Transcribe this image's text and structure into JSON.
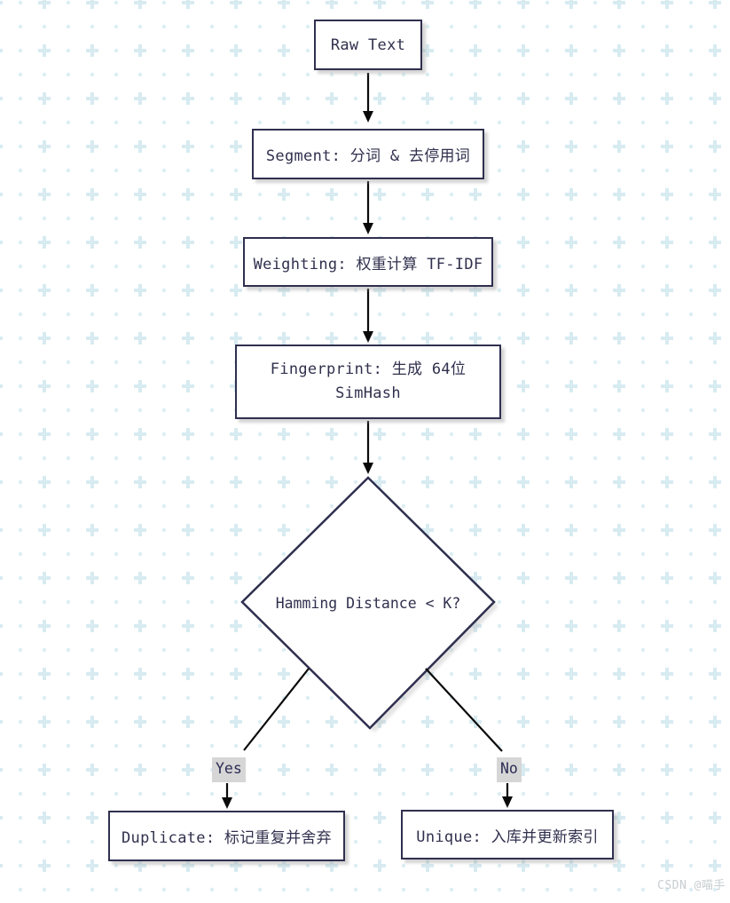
{
  "nodes": {
    "raw_text": "Raw Text",
    "segment": "Segment: 分词 & 去停用词",
    "weighting": "Weighting: 权重计算 TF-IDF",
    "fingerprint": "Fingerprint: 生成 64位\nSimHash",
    "decision": "Hamming Distance < K?",
    "duplicate": "Duplicate: 标记重复并舍弃",
    "unique": "Unique: 入库并更新索引"
  },
  "edge_labels": {
    "yes": "Yes",
    "no": "No"
  },
  "watermark": "CSDN @喵手",
  "colors": {
    "node_border": "#2f2f4f",
    "node_text": "#30304e",
    "arrow": "#0a0a0a",
    "edge_label_bg": "#d6d6d6",
    "pattern_dot": "#d9edf2",
    "background": "#ffffff"
  }
}
